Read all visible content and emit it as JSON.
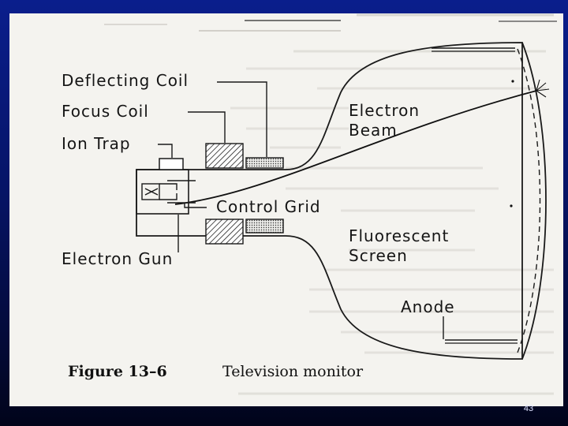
{
  "figure": {
    "labels": {
      "deflecting_coil": "Deflecting Coil",
      "focus_coil": "Focus Coil",
      "ion_trap": "Ion Trap",
      "electron_beam_line1": "Electron",
      "electron_beam_line2": "Beam",
      "control_grid": "Control Grid",
      "fluorescent_screen_line1": "Fluorescent",
      "fluorescent_screen_line2": "Screen",
      "electron_gun": "Electron Gun",
      "anode": "Anode"
    },
    "caption": {
      "number": "Figure 13–6",
      "title": "Television monitor"
    }
  },
  "slide": {
    "page_number": "43"
  },
  "colors": {
    "background_top": "#0a1e8c",
    "background_bottom": "#01041a",
    "paper": "#f4f3ef",
    "ink": "#151515"
  }
}
